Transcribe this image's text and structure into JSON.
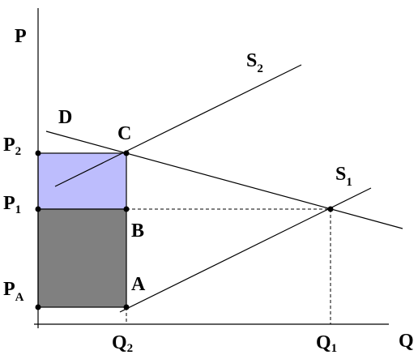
{
  "axes": {
    "y_label": "P",
    "x_label": "Q"
  },
  "curves": {
    "demand": "D",
    "supply_2": {
      "base": "S",
      "sub": "2"
    },
    "supply_1": {
      "base": "S",
      "sub": "1"
    }
  },
  "price_labels": {
    "p2": {
      "base": "P",
      "sub": "2"
    },
    "p1": {
      "base": "P",
      "sub": "1"
    },
    "pa": {
      "base": "P",
      "sub": "A"
    }
  },
  "quantity_labels": {
    "q2": {
      "base": "Q",
      "sub": "2"
    },
    "q1": {
      "base": "Q",
      "sub": "1"
    }
  },
  "points": {
    "a": "A",
    "b": "B",
    "c": "C"
  },
  "colors": {
    "upper_rect": "#bdbdfd",
    "lower_rect": "#808080",
    "line": "#000000"
  }
}
